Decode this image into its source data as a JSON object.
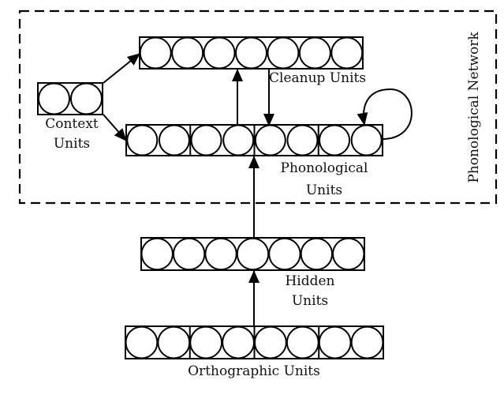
{
  "diagram": {
    "group_label": "Phonological Network",
    "layers": {
      "cleanup": {
        "label": "Cleanup Units",
        "unit_count": 7,
        "groups": 1
      },
      "context": {
        "label_line1": "Context",
        "label_line2": "Units",
        "unit_count": 2,
        "groups": 1
      },
      "phonological": {
        "label_line1": "Phonological",
        "label_line2": "Units",
        "unit_count": 8,
        "groups": 4
      },
      "hidden": {
        "label_line1": "Hidden",
        "label_line2": "Units",
        "unit_count": 7,
        "groups": 1
      },
      "orthographic": {
        "label": "Orthographic Units",
        "unit_count": 8,
        "groups": 4
      }
    },
    "connections": [
      {
        "from": "context",
        "to": "cleanup"
      },
      {
        "from": "context",
        "to": "phonological"
      },
      {
        "from": "phonological",
        "to": "cleanup"
      },
      {
        "from": "cleanup",
        "to": "phonological"
      },
      {
        "from": "phonological",
        "to": "phonological"
      },
      {
        "from": "hidden",
        "to": "phonological"
      },
      {
        "from": "orthographic",
        "to": "hidden"
      }
    ]
  }
}
